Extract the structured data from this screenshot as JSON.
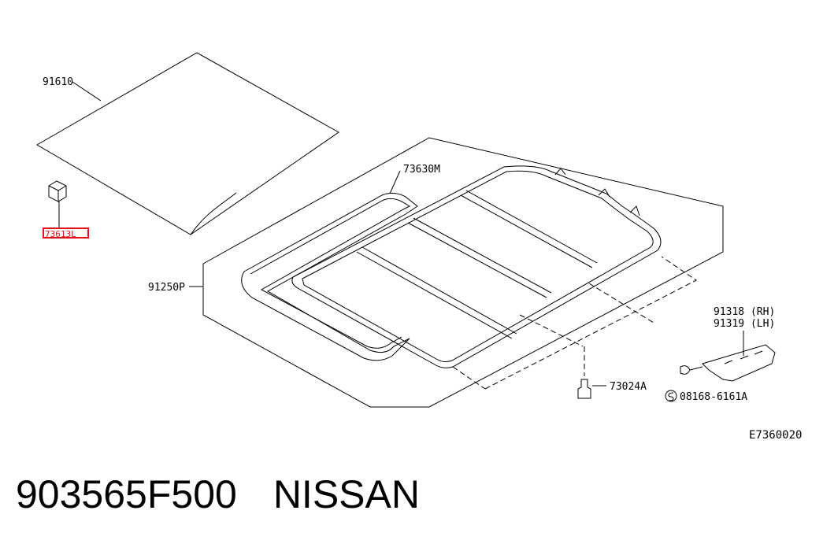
{
  "diagram": {
    "labels": {
      "glass": "91610",
      "highlighted_part": "73613L",
      "seal": "73630M",
      "frame": "91250P",
      "bracket_rh": "91318 (RH)",
      "bracket_lh": "91319 (LH)",
      "clip": "73024A",
      "bolt": "08168-6161A",
      "diagram_code": "E7360020"
    },
    "highlight_color": "#e8101a"
  },
  "footer": {
    "part_number": "903565F500",
    "brand": "NISSAN"
  }
}
